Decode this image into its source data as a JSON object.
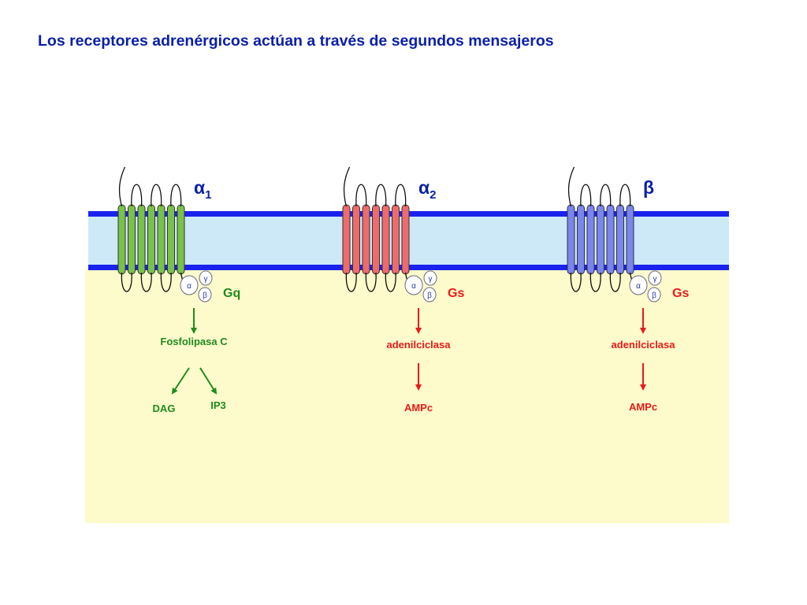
{
  "title": "Los receptores adrenérgicos actúan a través de segundos mensajeros",
  "colors": {
    "membrane_line": "#1a22ee",
    "membrane_fill": "#cde9f7",
    "cytoplasm": "#fdfacb",
    "green_pathway": "#1e8c1e",
    "red_pathway": "#e81a1a",
    "alpha1_receptor": "#79c24a",
    "alpha2_receptor": "#ef6b6b",
    "beta_receptor": "#7a86ec"
  },
  "receptors": [
    {
      "name": "α",
      "subscript": "1",
      "gprotein": "Gq",
      "subunits": {
        "alpha": "α",
        "beta": "β",
        "gamma": "γ"
      },
      "effector": "Fosfolipasa  C",
      "products": [
        "DAG",
        "IP3"
      ],
      "color_key": "green"
    },
    {
      "name": "α",
      "subscript": "2",
      "gprotein": "Gs",
      "subunits": {
        "alpha": "α",
        "beta": "β",
        "gamma": "γ"
      },
      "effector": "adenilciclasa",
      "products": [
        "AMPc"
      ],
      "color_key": "red"
    },
    {
      "name": "β",
      "subscript": "",
      "gprotein": "Gs",
      "subunits": {
        "alpha": "α",
        "beta": "β",
        "gamma": "γ"
      },
      "effector": "adenilciclasa",
      "products": [
        "AMPc"
      ],
      "color_key": "red"
    }
  ]
}
